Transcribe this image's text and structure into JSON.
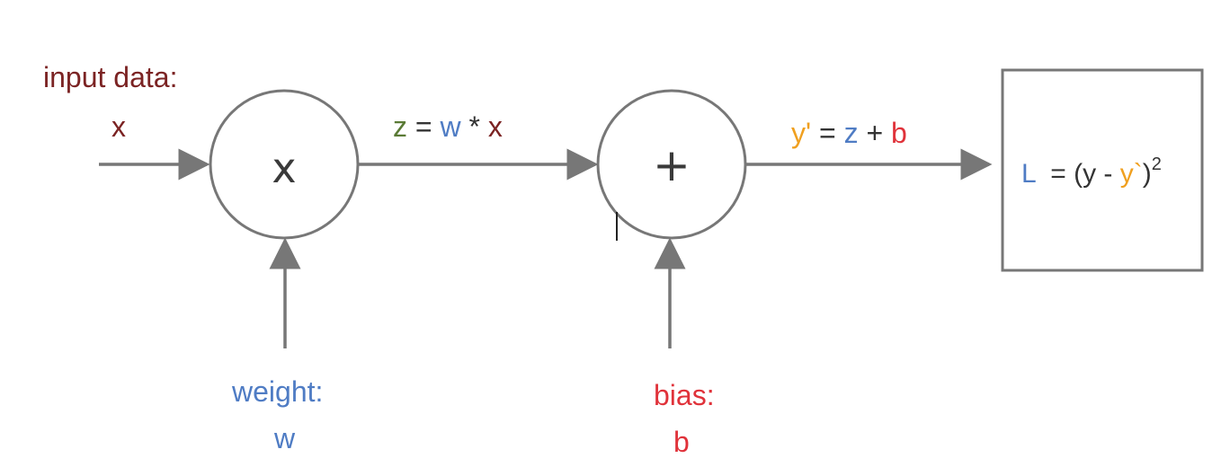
{
  "colors": {
    "stroke": "#777777",
    "input": "#7b2323",
    "weight": "#4f7cc4",
    "z": "#5a7a35",
    "bias": "#e0323a",
    "y_pred": "#f0a020"
  },
  "input": {
    "label": "input data:",
    "symbol": "x"
  },
  "weight": {
    "label": "weight:",
    "symbol": "w"
  },
  "bias": {
    "label": "bias:",
    "symbol": "b"
  },
  "mult_node": {
    "symbol": "x"
  },
  "add_node": {
    "symbol": "+"
  },
  "z_eq": {
    "lhs": "z",
    "eq": " = ",
    "w": "w",
    "op": " * ",
    "x": "x"
  },
  "y_eq": {
    "lhs": "y'",
    "eq": " = ",
    "z": "z",
    "op": " + ",
    "b": "b"
  },
  "loss": {
    "L": "L",
    "eq": "  = (y - ",
    "y_pred": "y`",
    "close": ")",
    "power": "2"
  }
}
